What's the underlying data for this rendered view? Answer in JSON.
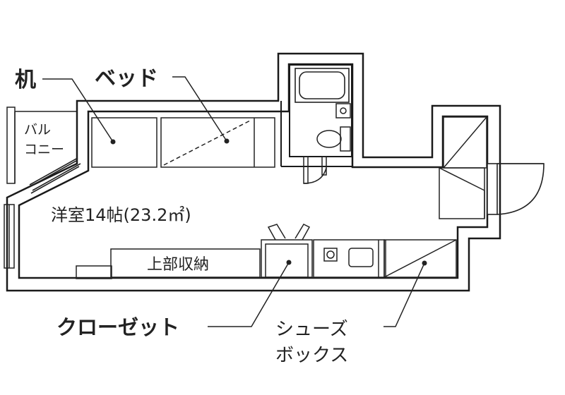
{
  "labels": {
    "desk": "机",
    "bed": "ベッド",
    "balcony_line1": "バル",
    "balcony_line2": "コニー",
    "room": "洋室14帖(23.2㎡)",
    "upper_storage": "上部収納",
    "closet": "クローゼット",
    "shoebox_line1": "シューズ",
    "shoebox_line2": "ボックス"
  },
  "colors": {
    "wall": "#ffffff",
    "wall_edge": "#1a1a1a",
    "line": "#222222",
    "text": "#222222"
  }
}
